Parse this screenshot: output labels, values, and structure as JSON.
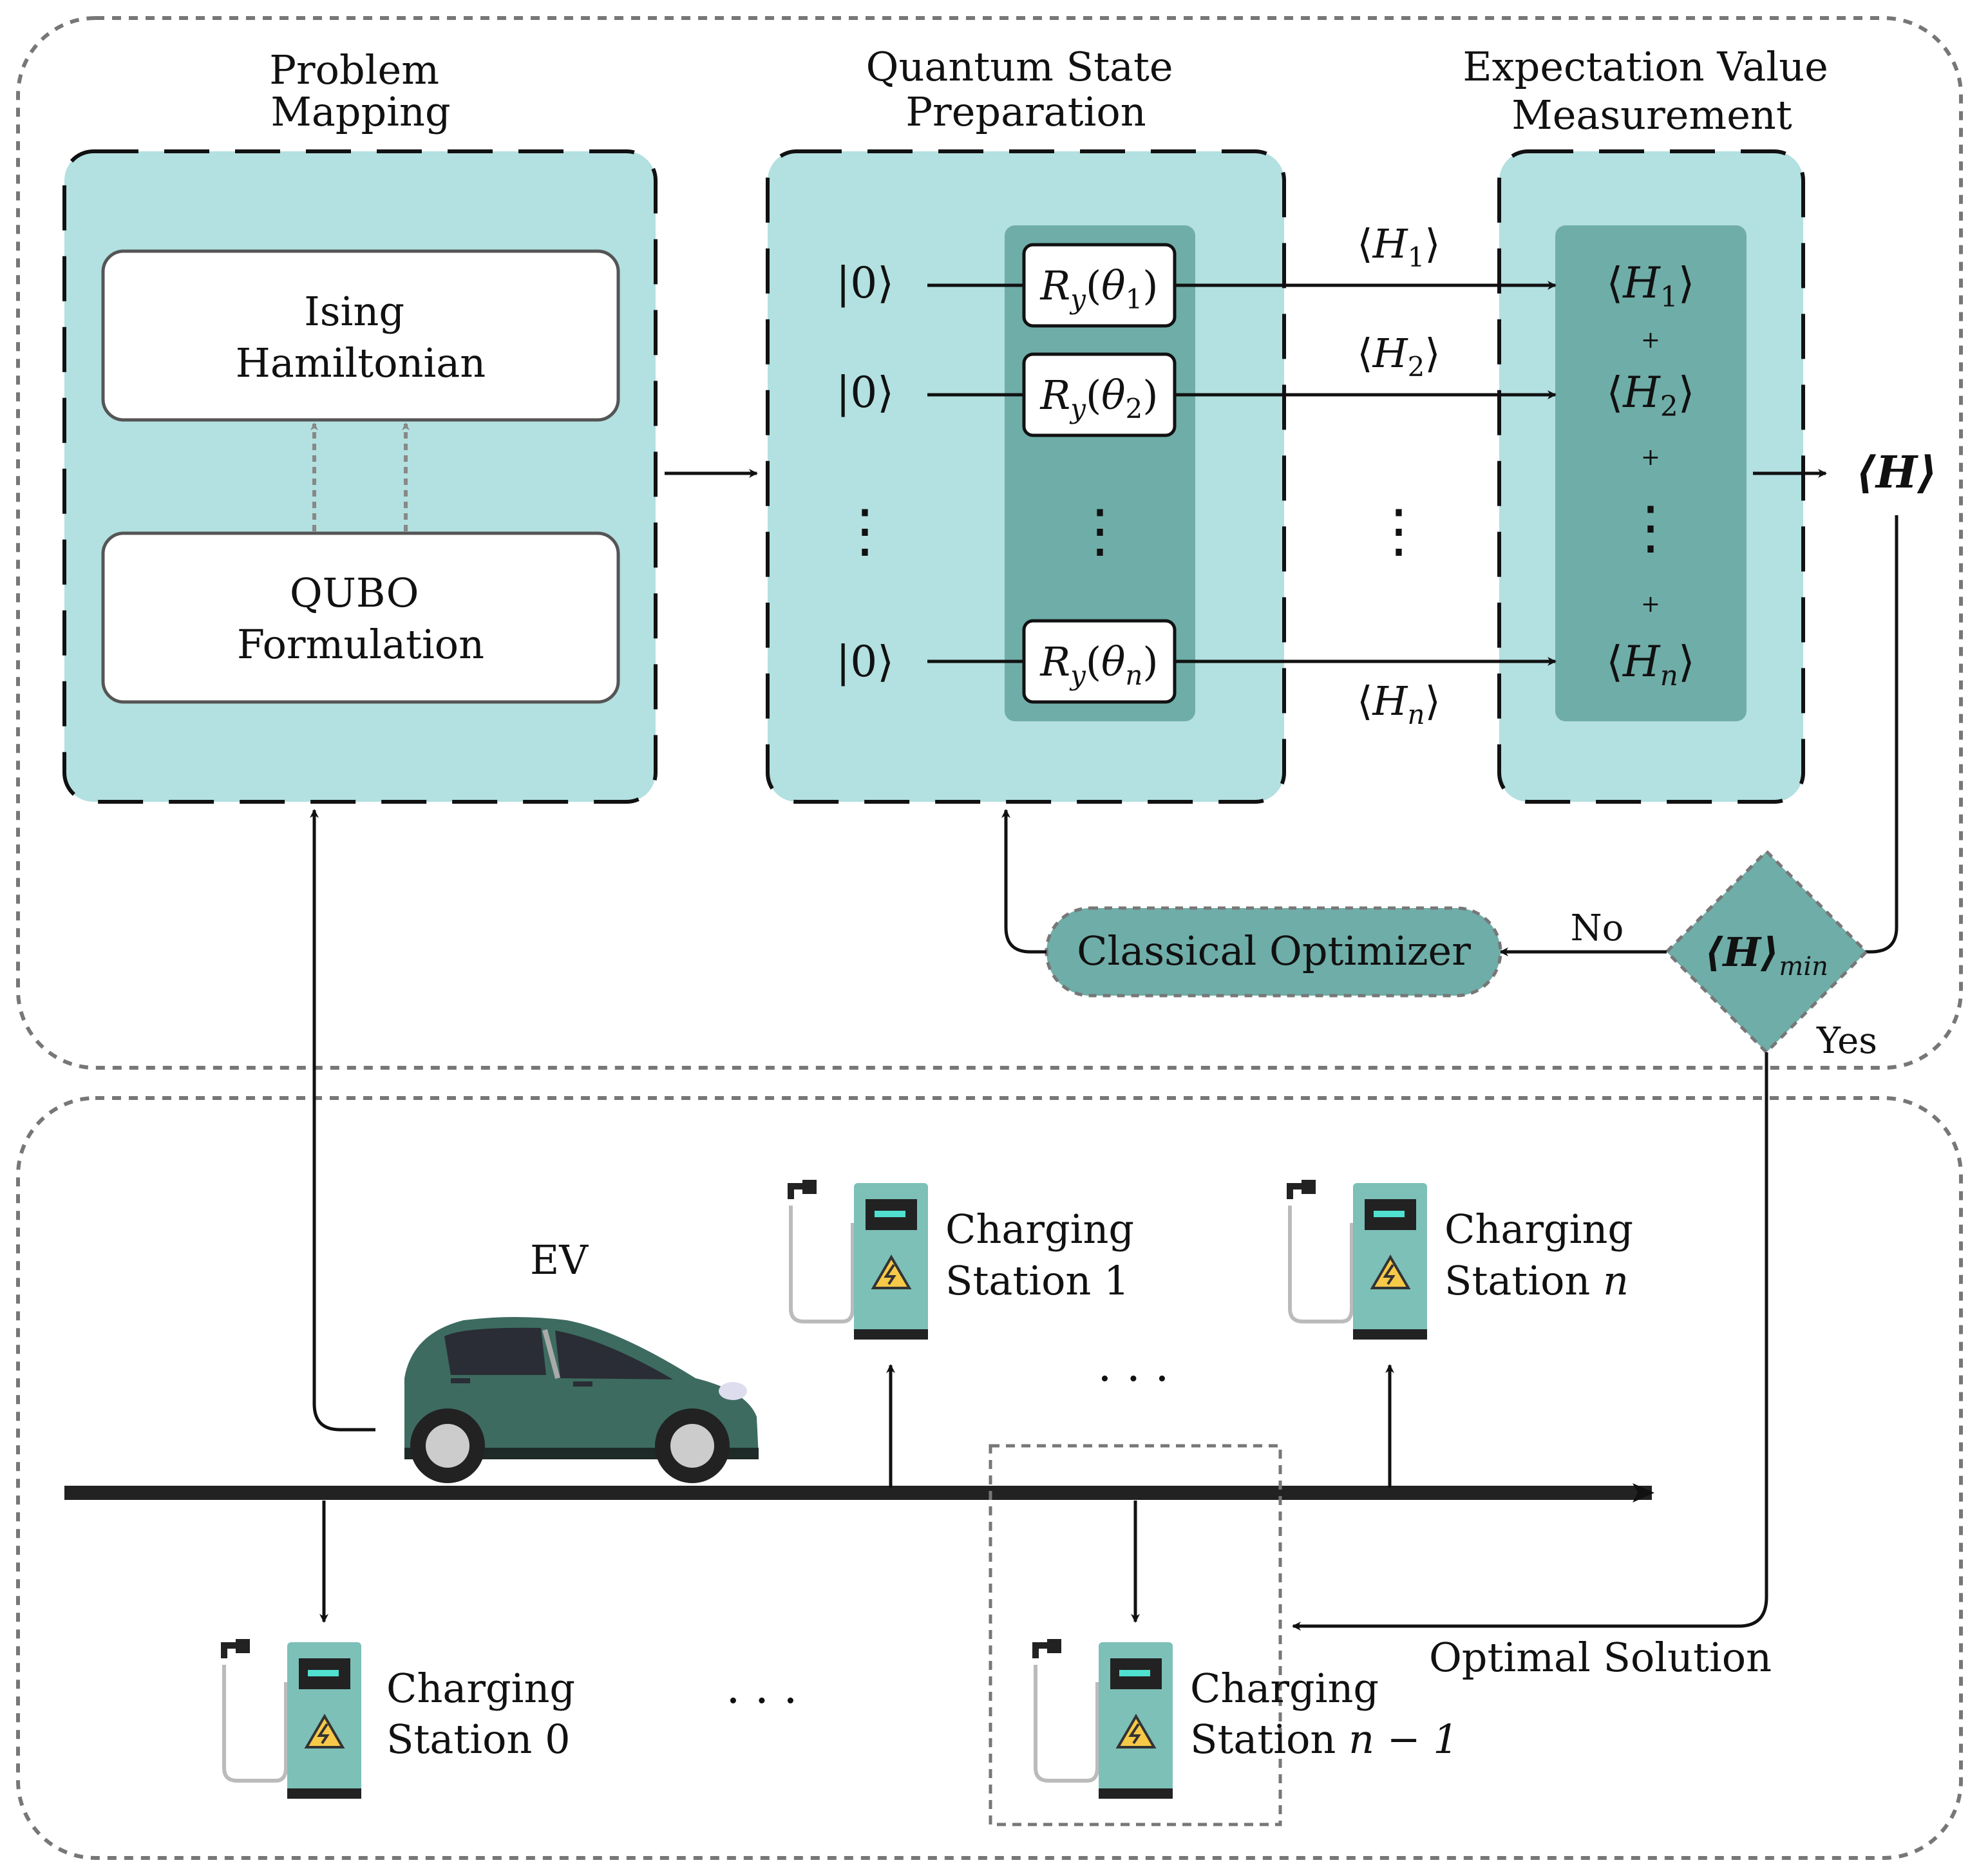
{
  "colors": {
    "panel_light": "#b3e0e0",
    "panel_dark": "#6fada8",
    "car_body": "#3d6b60",
    "station_body": "#7cc0b8",
    "line": "#111111",
    "dotted_border": "#777777",
    "warning_yellow": "#f7c948"
  },
  "stages": {
    "problem_mapping": "Problem\nMapping",
    "state_prep": "Quantum State\nPreparation",
    "measurement": "Expectation Value\nMeasurement"
  },
  "boxes": {
    "ising": "Ising\nHamiltonian",
    "qubo": "QUBO\nFormulation",
    "optimizer": "Classical Optimizer"
  },
  "circuit": {
    "ket": "|0⟩",
    "gates": [
      {
        "main": "R",
        "sub": "y",
        "arg": "θ",
        "argsub": "1"
      },
      {
        "main": "R",
        "sub": "y",
        "arg": "θ",
        "argsub": "2"
      },
      {
        "main": "R",
        "sub": "y",
        "arg": "θ",
        "argsub": "n"
      }
    ],
    "wire_labels": [
      {
        "main": "H",
        "sub": "1"
      },
      {
        "main": "H",
        "sub": "2"
      },
      {
        "main": "H",
        "sub": "n"
      }
    ],
    "ellipsis": "⋮",
    "plus": "+"
  },
  "output": {
    "h": "⟨H⟩",
    "hmin_main": "⟨H⟩",
    "hmin_sub": "min",
    "no": "No",
    "yes": "Yes",
    "optimal": "Optimal Solution"
  },
  "road": {
    "ev": "EV",
    "dots": "· · ·",
    "stations": [
      {
        "line1": "Charging",
        "line2": "Station",
        "num": "1"
      },
      {
        "line1": "Charging",
        "line2": "Station",
        "num": "n"
      },
      {
        "line1": "Charging",
        "line2": "Station",
        "num": "0"
      },
      {
        "line1": "Charging",
        "line2": "Station",
        "num": "n − 1"
      }
    ]
  }
}
